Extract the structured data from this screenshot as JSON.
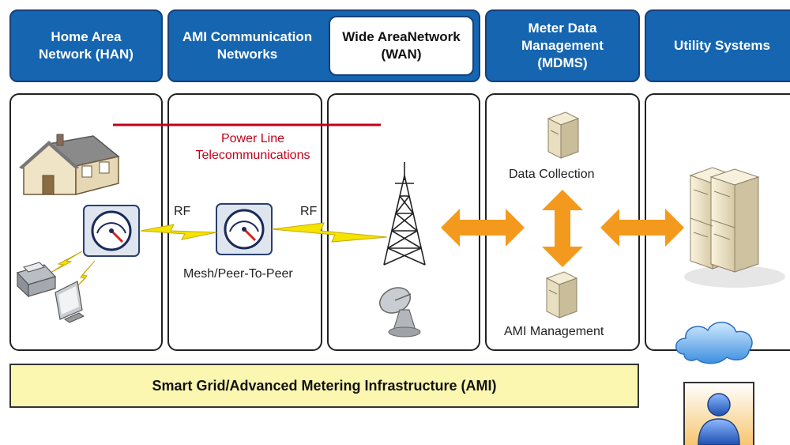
{
  "headers": {
    "han": [
      "Home Area",
      "Network (HAN)"
    ],
    "ami_comm": [
      "AMI Communication",
      "Networks"
    ],
    "wan": [
      "Wide Area",
      "Network (WAN)"
    ],
    "mdms": [
      "Meter Data",
      "Management",
      "(MDMS)"
    ],
    "utility": "Utility Systems"
  },
  "labels": {
    "plc": [
      "Power Line",
      "Telecommunications"
    ],
    "rf_left": "RF",
    "rf_right": "RF",
    "mesh": "Mesh/Peer-To-Peer",
    "data_collection": "Data Collection",
    "ami_management": "AMI Management"
  },
  "footer": "Smart Grid/Advanced Metering Infrastructure (AMI)",
  "colors": {
    "header_blue": "#1565b0",
    "plc_red": "#c4001a",
    "arrow_orange": "#f39a1e",
    "bolt_yellow": "#f4e400",
    "footer_yellow": "#fbf6b0"
  }
}
